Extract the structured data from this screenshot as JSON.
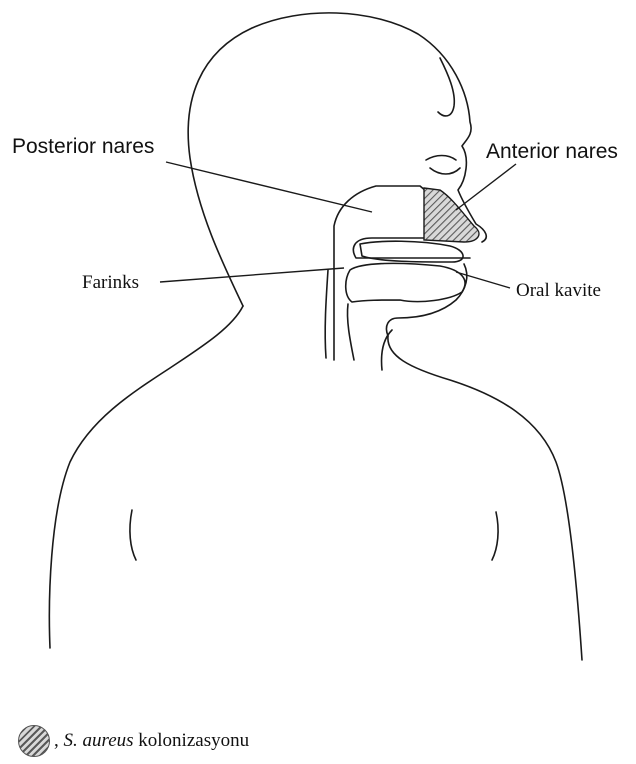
{
  "labels": {
    "posterior_nares": "Posterior nares",
    "anterior_nares": "Anterior nares",
    "farinks": "Farinks",
    "oral_kavite": "Oral kavite"
  },
  "legend": {
    "separator": ",",
    "species": "S. aureus",
    "text": "kolonizasyonu"
  },
  "colors": {
    "hatch_dark": "#5a5a5a",
    "hatch_light": "#d9d9d9",
    "ink": "#1a1a1a"
  },
  "icons": {
    "swatch": "hatched-circle-icon"
  }
}
